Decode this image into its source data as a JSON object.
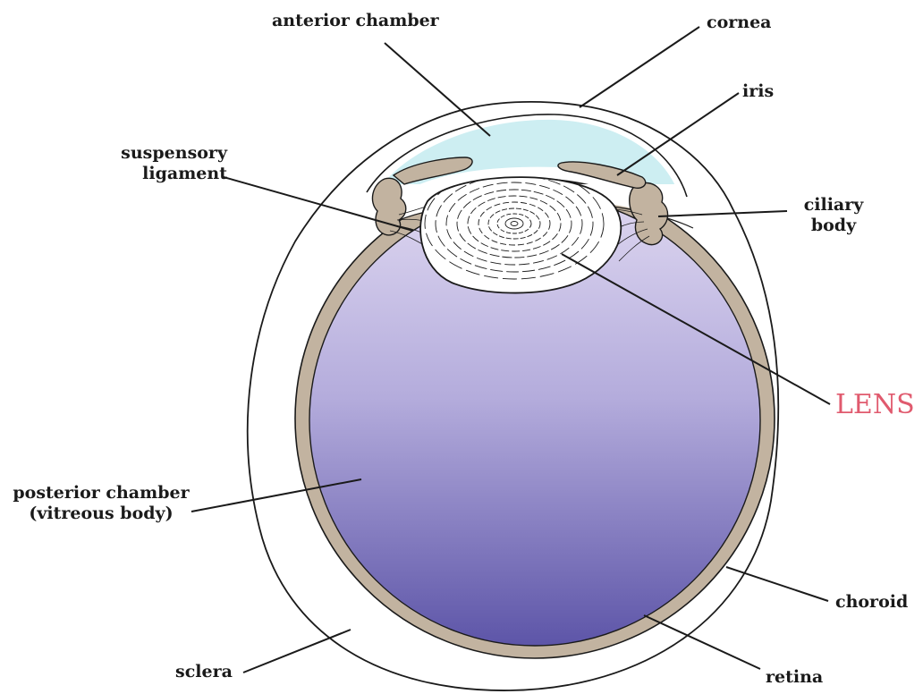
{
  "labels": {
    "anterior_chamber": "anterior chamber",
    "cornea": "cornea",
    "iris": "iris",
    "suspensory_ligament_1": "suspensory",
    "suspensory_ligament_2": "ligament",
    "ciliary_body_1": "ciliary",
    "ciliary_body_2": "body",
    "lens": "LENS",
    "posterior_chamber_1": "posterior chamber",
    "posterior_chamber_2": "(vitreous body)",
    "choroid": "choroid",
    "sclera": "sclera",
    "retina": "retina"
  },
  "colors": {
    "lens_label": "#e05a6e",
    "anterior_chamber_fill": "#cdeef2",
    "vitreous_top": "#ddd6f0",
    "vitreous_bottom": "#5d55a8",
    "choroid_tissue": "#c2b3a0",
    "outline": "#1a1a1a"
  }
}
